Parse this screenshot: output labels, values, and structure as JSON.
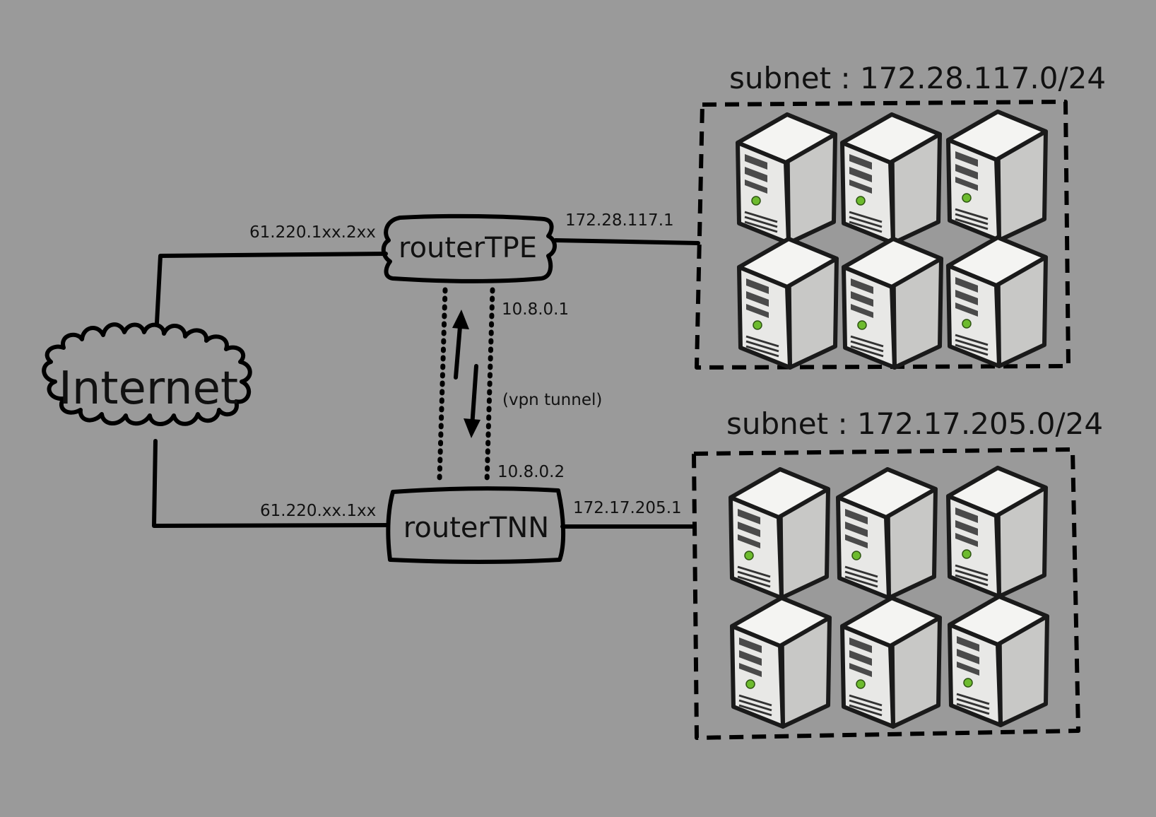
{
  "colors": {
    "background": "#9a9a9a",
    "ink": "#111111",
    "server_body": "#e6e6e4",
    "server_led": "#6dbb2e"
  },
  "internet": {
    "label": "Internet",
    "icon": "cloud-icon"
  },
  "routers": {
    "tpe": {
      "label": "routerTPE",
      "wan_ip": "61.220.1xx.2xx",
      "lan_ip": "172.28.117.1",
      "vpn_ip": "10.8.0.1"
    },
    "tnn": {
      "label": "routerTNN",
      "wan_ip": "61.220.xx.1xx",
      "lan_ip": "172.17.205.1",
      "vpn_ip": "10.8.0.2"
    }
  },
  "vpn": {
    "label": "(vpn tunnel)"
  },
  "subnets": {
    "tpe": {
      "label": "subnet : 172.28.117.0/24",
      "server_count": 6,
      "icon": "server-icon"
    },
    "tnn": {
      "label": "subnet : 172.17.205.0/24",
      "server_count": 6,
      "icon": "server-icon"
    }
  }
}
